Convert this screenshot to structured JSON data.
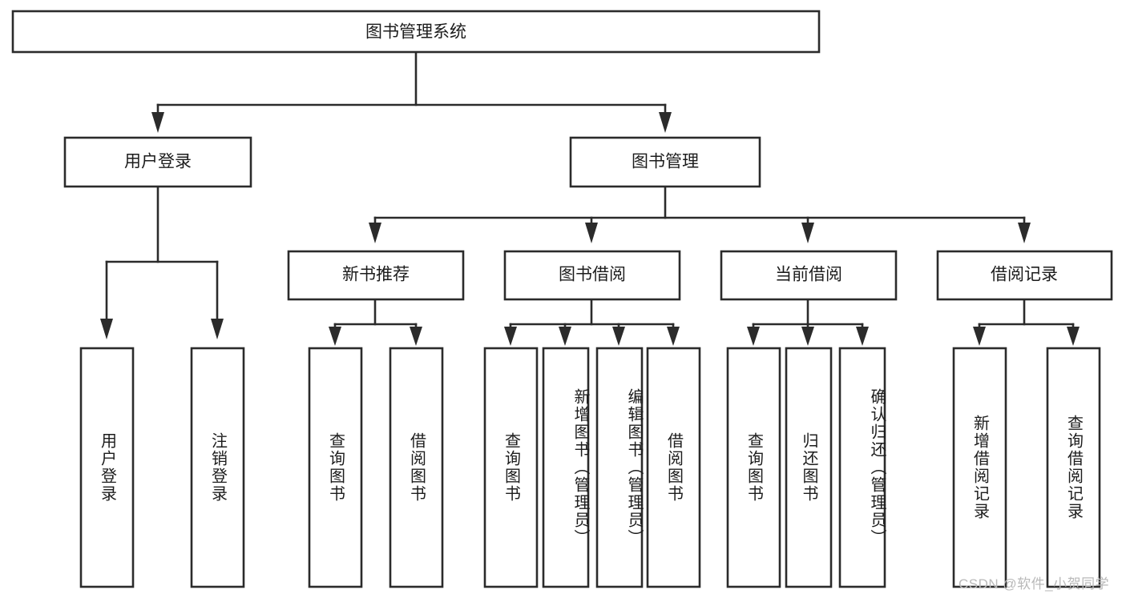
{
  "diagram": {
    "type": "tree",
    "title": "图书管理系统",
    "orientation": "top-down",
    "colors": {
      "stroke": "#2b2b2b",
      "fill": "#ffffff",
      "text": "#1c1c1c",
      "watermark": "#b9b9b9"
    },
    "nodes": {
      "root": {
        "label": "图书管理系统",
        "level": 1,
        "orientation": "horizontal"
      },
      "l2": [
        {
          "id": "user-login",
          "label": "用户登录",
          "level": 2,
          "orientation": "horizontal"
        },
        {
          "id": "book-manage",
          "label": "图书管理",
          "level": 2,
          "orientation": "horizontal"
        }
      ],
      "l3": [
        {
          "id": "new-book-recommend",
          "label": "新书推荐",
          "level": 3,
          "orientation": "horizontal",
          "parent": "book-manage"
        },
        {
          "id": "book-borrow",
          "label": "图书借阅",
          "level": 3,
          "orientation": "horizontal",
          "parent": "book-manage"
        },
        {
          "id": "current-borrow",
          "label": "当前借阅",
          "level": 3,
          "orientation": "horizontal",
          "parent": "book-manage"
        },
        {
          "id": "borrow-record",
          "label": "借阅记录",
          "level": 3,
          "orientation": "horizontal",
          "parent": "book-manage"
        }
      ],
      "leaves": [
        {
          "id": "leaf-user-login",
          "label": "用户登录",
          "parent": "user-login",
          "orientation": "vertical"
        },
        {
          "id": "leaf-user-logout",
          "label": "注销登录",
          "parent": "user-login",
          "orientation": "vertical"
        },
        {
          "id": "leaf-query-book-1",
          "label": "查询图书",
          "parent": "new-book-recommend",
          "orientation": "vertical"
        },
        {
          "id": "leaf-borrow-book-1",
          "label": "借阅图书",
          "parent": "new-book-recommend",
          "orientation": "vertical"
        },
        {
          "id": "leaf-query-book-2",
          "label": "查询图书",
          "parent": "book-borrow",
          "orientation": "vertical"
        },
        {
          "id": "leaf-add-book",
          "label": "新增图书（管理员）",
          "parent": "book-borrow",
          "orientation": "vertical"
        },
        {
          "id": "leaf-edit-book",
          "label": "编辑图书（管理员）",
          "parent": "book-borrow",
          "orientation": "vertical"
        },
        {
          "id": "leaf-borrow-book-2",
          "label": "借阅图书",
          "parent": "book-borrow",
          "orientation": "vertical"
        },
        {
          "id": "leaf-query-book-3",
          "label": "查询图书",
          "parent": "current-borrow",
          "orientation": "vertical"
        },
        {
          "id": "leaf-return-book",
          "label": "归还图书",
          "parent": "current-borrow",
          "orientation": "vertical"
        },
        {
          "id": "leaf-confirm-return",
          "label": "确认归还（管理员）",
          "parent": "current-borrow",
          "orientation": "vertical"
        },
        {
          "id": "leaf-add-record",
          "label": "新增借阅记录",
          "parent": "borrow-record",
          "orientation": "vertical"
        },
        {
          "id": "leaf-query-record",
          "label": "查询借阅记录",
          "parent": "borrow-record",
          "orientation": "vertical"
        }
      ]
    },
    "watermark": "CSDN @软件_小贺同学"
  }
}
